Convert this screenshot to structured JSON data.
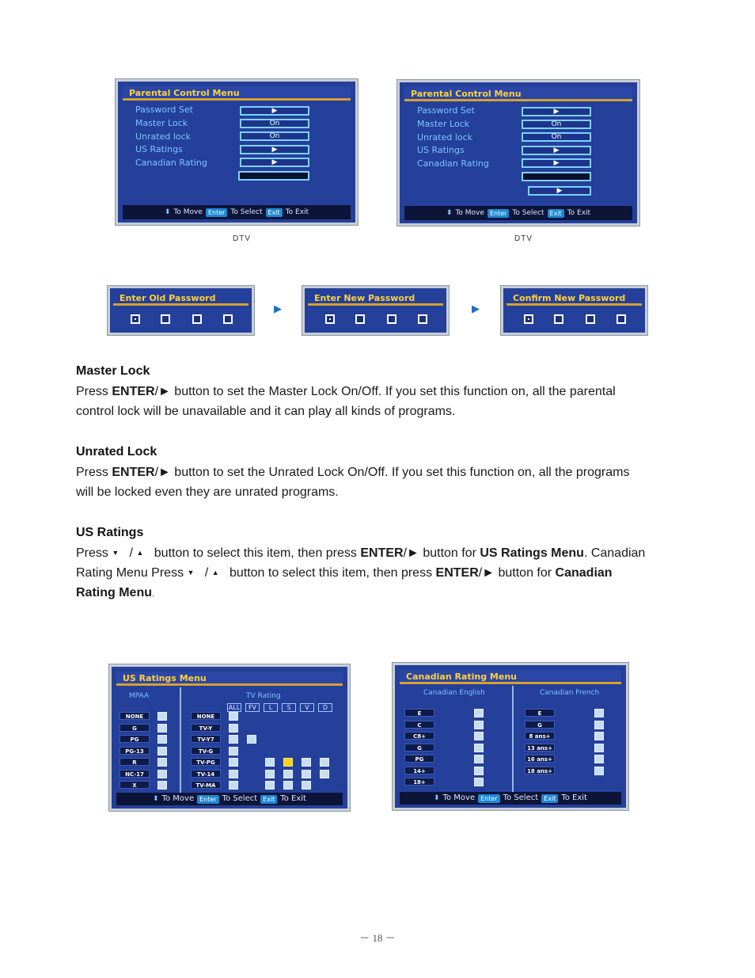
{
  "parental_menu": {
    "title": "Parental Control Menu",
    "items": [
      "Password Set",
      "Master Lock",
      "Unrated lock",
      "US Ratings",
      "Canadian Rating"
    ],
    "values": [
      "▶",
      "On",
      "On",
      "▶",
      "▶"
    ],
    "caption": "DTV"
  },
  "footer": {
    "move": "To Move",
    "enter_key": "Enter",
    "select": "To Select",
    "exit_key": "Exit",
    "exit": "To Exit",
    "updown_icon": "⬍"
  },
  "password_panels": {
    "old": "Enter Old Password",
    "new": "Enter New Password",
    "confirm": "Confirm New Password",
    "arrow": "▶"
  },
  "sections": {
    "master_lock": {
      "heading": "Master Lock",
      "l1_a": "Press ",
      "l1_b": "ENTER",
      "l1_c": "/► button to set the Master Lock On/Off. If you set this function on, all the parental",
      "l2": "control lock will be unavailable and it can play all kinds of programs."
    },
    "unrated_lock": {
      "heading": "Unrated Lock",
      "l1_a": "Press ",
      "l1_b": "ENTER",
      "l1_c": "/► button to set the Unrated Lock On/Off. If you set this function on, all the programs",
      "l2": "will be locked even they are unrated programs."
    },
    "us_ratings": {
      "heading": "US Ratings",
      "l1_a": "Press ",
      "l1_down": "▼",
      "l1_slash": "/",
      "l1_up": "▲",
      "l1_b": " button to select this item, then press ",
      "l1_c": "ENTER",
      "l1_d": "/► button for ",
      "l1_e": "US Ratings Menu",
      "l1_f": ". Canadian",
      "l2_a": "Rating Menu Press ",
      "l2_down": "▼",
      "l2_slash": "/",
      "l2_up": "▲",
      "l2_b": " button to select this item, then press ",
      "l2_c": "ENTER",
      "l2_d": "/► button for ",
      "l2_e": "Canadian",
      "l3_a": "Rating Menu",
      "l3_b": "."
    }
  },
  "us_ratings_menu": {
    "title": "US Ratings Menu",
    "mpaa_label": "MPAA",
    "tv_label": "TV Rating",
    "mpaa": [
      "NONE",
      "G",
      "PG",
      "PG-13",
      "R",
      "NC-17",
      "X"
    ],
    "tv": [
      "NONE",
      "TV-Y",
      "TV-Y7",
      "TV-G",
      "TV-PG",
      "TV-14",
      "TV-MA"
    ],
    "tabs": [
      "ALL",
      "FV",
      "L",
      "S",
      "V",
      "D"
    ]
  },
  "canadian_menu": {
    "title": "Canadian Rating Menu",
    "english_label": "Canadian English",
    "french_label": "Canadian French",
    "english": [
      "E",
      "C",
      "C8+",
      "G",
      "PG",
      "14+",
      "18+"
    ],
    "french": [
      "E",
      "G",
      "8 ans+",
      "13 ans+",
      "16 ans+",
      "18 ans+"
    ]
  },
  "page_number": "－ 18 －"
}
